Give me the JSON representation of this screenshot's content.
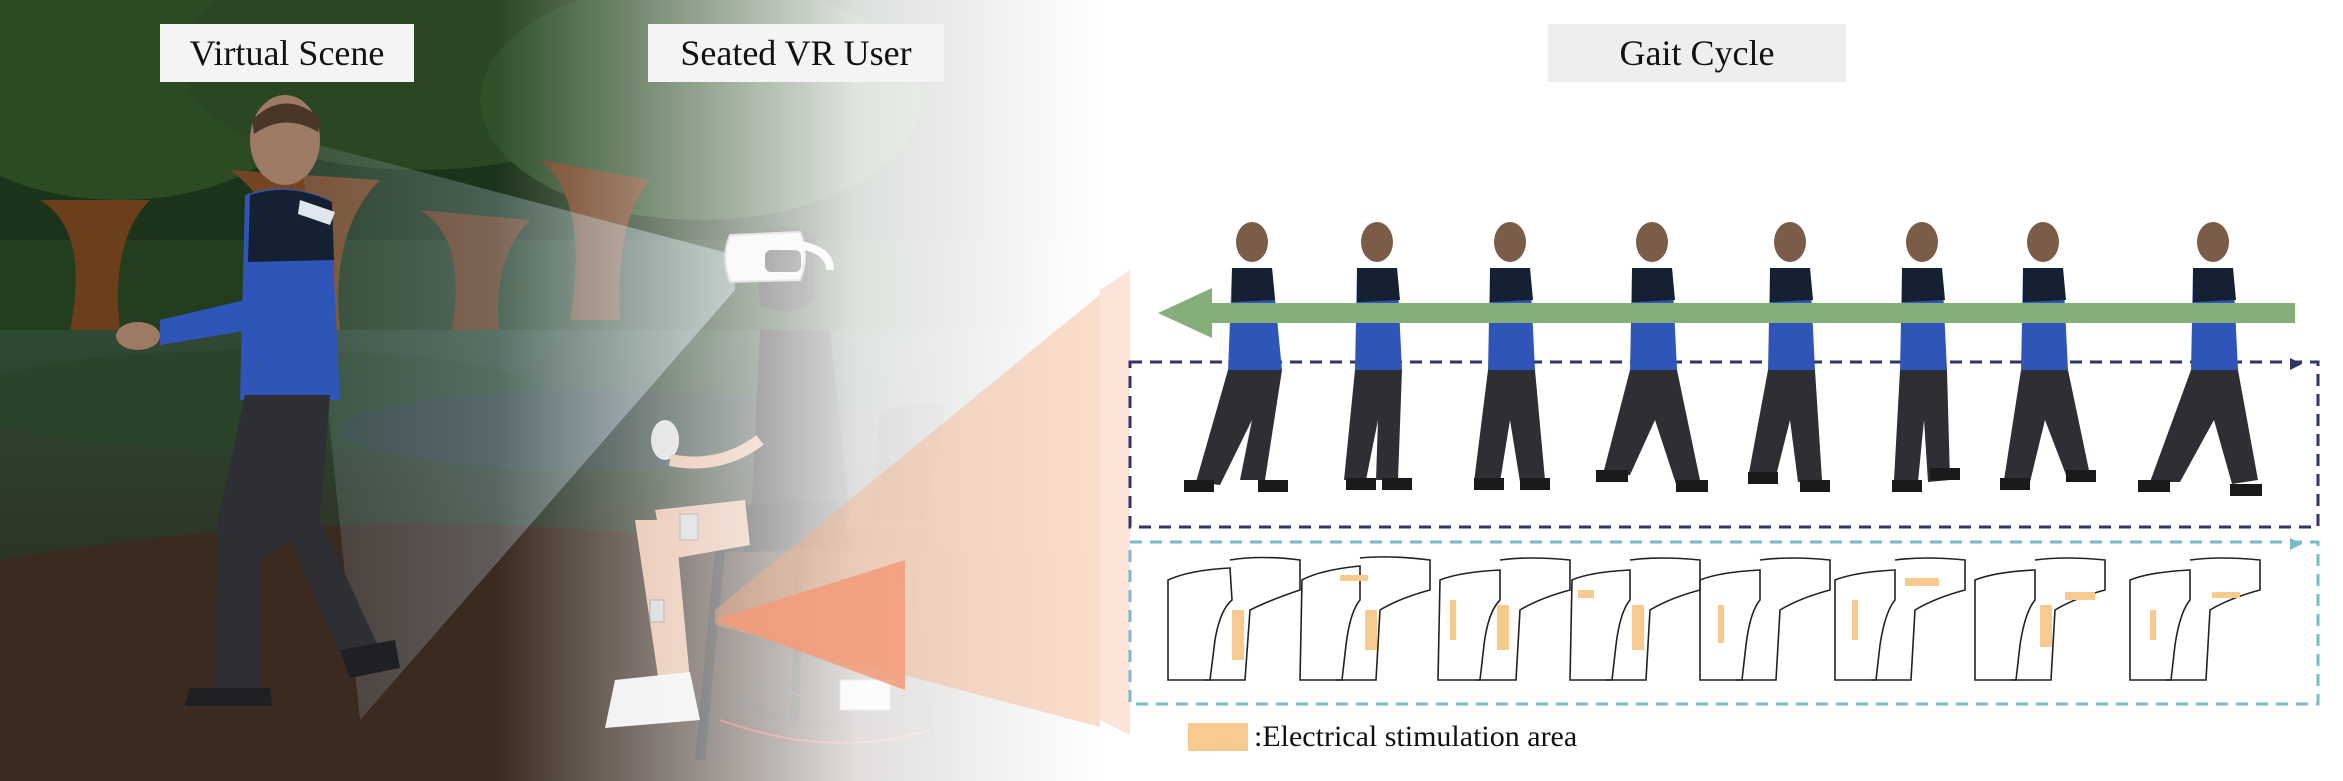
{
  "titles": {
    "virtual_scene": "Virtual Scene",
    "seated_user": "Seated VR User",
    "gait_cycle": "Gait Cycle"
  },
  "legend": {
    "label": ":Electrical stimulation area",
    "color": "#f7cb8f"
  },
  "colors": {
    "forest_dark": "#1f3a1a",
    "trunk": "#6b3e1c",
    "path": "#3a2a20",
    "shirt_blue": "#2f55b8",
    "shirt_dark": "#162033",
    "jeans": "#2e2f35",
    "arrow_green": "#86ae7a",
    "gait_box": "#2f3566",
    "stim_box": "#7bbac8",
    "beam_orange": "#f7b38f"
  },
  "gait": {
    "frames": 8
  }
}
